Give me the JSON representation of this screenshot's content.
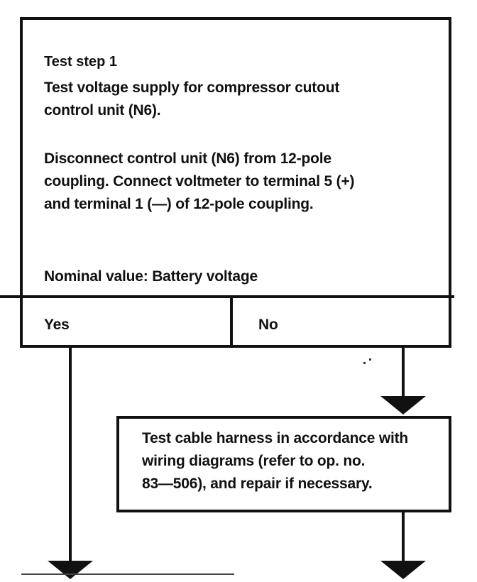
{
  "step": {
    "title": "Test step 1",
    "line1": "Test voltage supply for compressor cutout",
    "line2": "control unit (N6).",
    "line3": "Disconnect control unit (N6) from 12-pole",
    "line4": "coupling. Connect voltmeter to terminal 5 (+)",
    "line5": "and terminal 1 (—) of 12-pole coupling.",
    "nominal": "Nominal value: Battery voltage"
  },
  "answers": {
    "yes": "Yes",
    "no": "No"
  },
  "no_action": {
    "line1": "Test cable harness in accordance with",
    "line2": "wiring diagrams (refer to op. no.",
    "line3": "83—506), and repair if necessary."
  }
}
